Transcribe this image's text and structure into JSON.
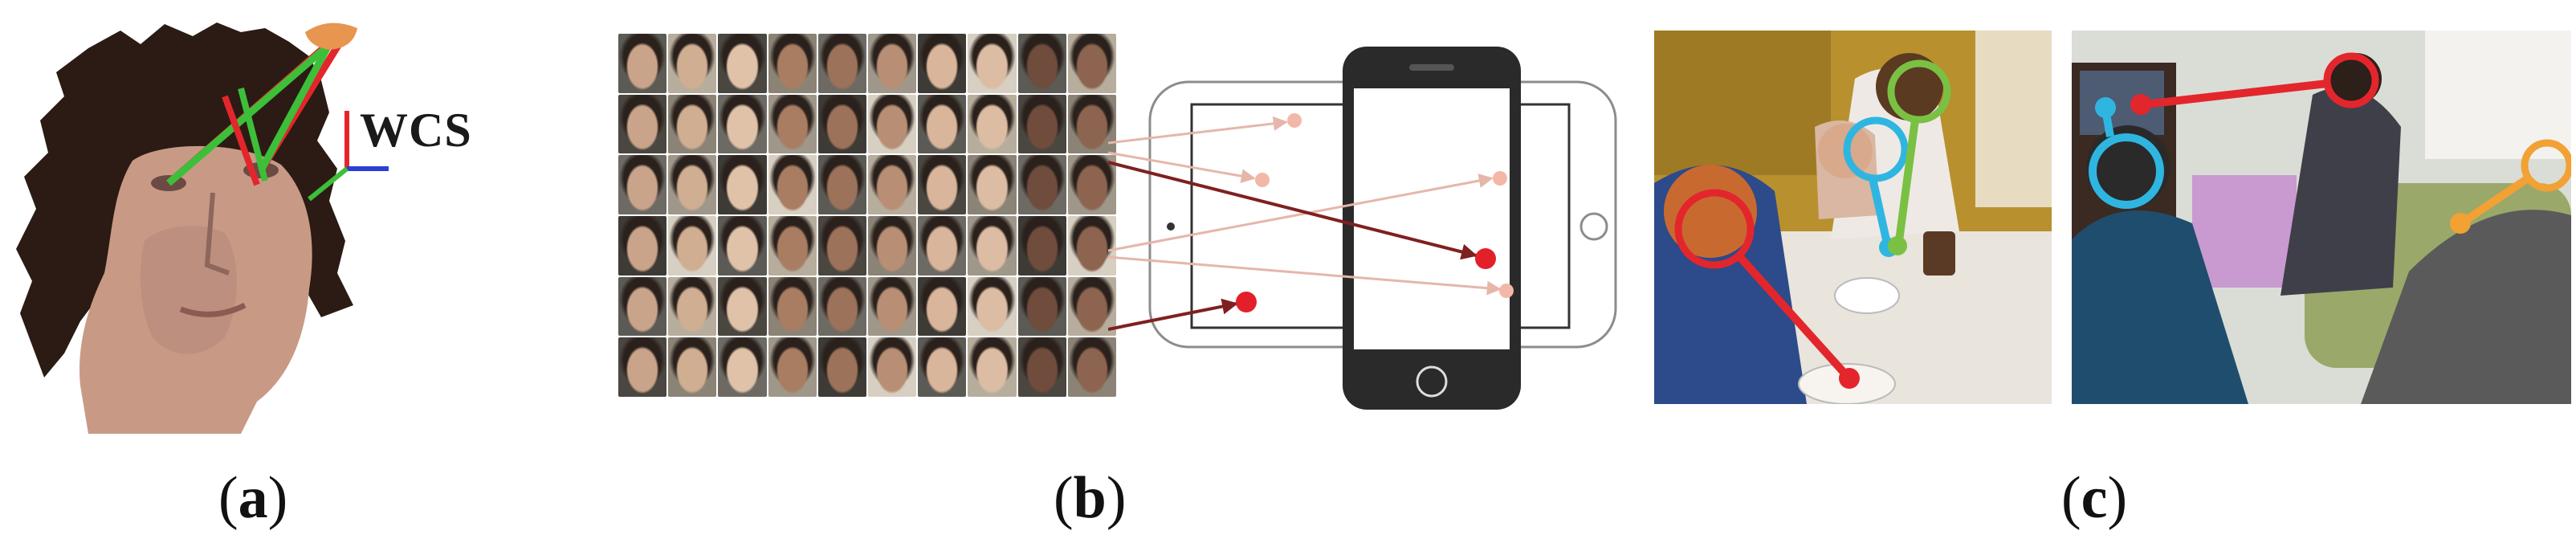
{
  "figure": {
    "panels": [
      {
        "id": "a",
        "caption_open": "(",
        "caption_letter": "a",
        "caption_close": ")",
        "frame_label": "WCS"
      },
      {
        "id": "b",
        "caption_open": "(",
        "caption_letter": "b",
        "caption_close": ")"
      },
      {
        "id": "c",
        "caption_open": "(",
        "caption_letter": "c",
        "caption_close": ")"
      }
    ],
    "colors": {
      "gaze_red": "#e3262c",
      "gaze_green": "#3dbf3a",
      "axis_blue": "#2a3fd6",
      "target_dark_red": "#e3202a",
      "target_light": "#f3b7a8",
      "arrow_dark": "#7f2020",
      "arrow_light": "#e6b6ab",
      "head_cyan": "#2fb6e0",
      "head_green": "#7ac143",
      "head_orange": "#f2a134"
    }
  }
}
